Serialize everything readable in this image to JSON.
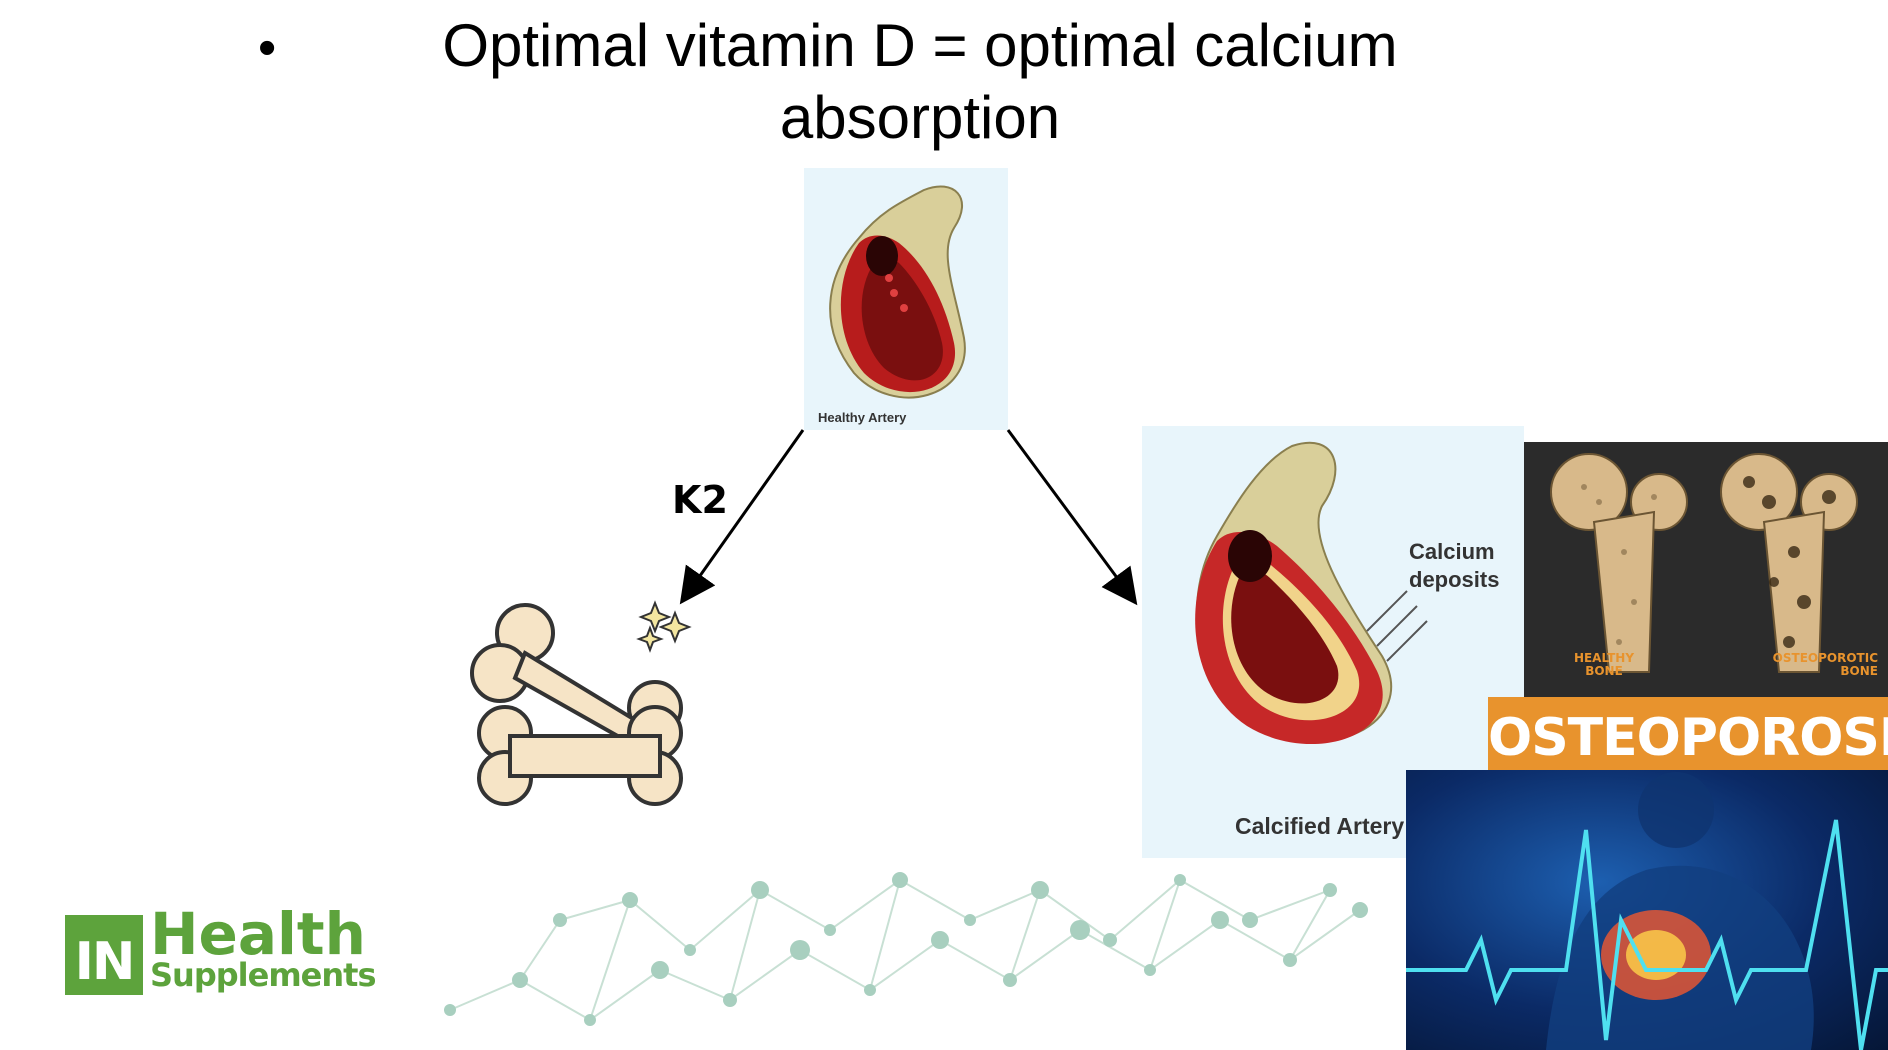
{
  "slide": {
    "bullet": "•",
    "title_line1": "Optimal vitamin D = optimal calcium",
    "title_line2": "absorption",
    "k2_label": "K2"
  },
  "healthy_artery": {
    "caption": "Healthy Artery"
  },
  "calcified_artery": {
    "caption": "Calcified Artery",
    "label_line1": "Calcium",
    "label_line2": "deposits"
  },
  "bone_panel": {
    "healthy_line1": "HEALTHY",
    "healthy_line2": "BONE",
    "osteo_line1": "OSTEOPOROTIC",
    "osteo_line2": "BONE"
  },
  "osteo_banner": {
    "text": "OSTEOPOROSIS"
  },
  "logo": {
    "in": "IN",
    "health": "Health",
    "supplements": "Supplements"
  },
  "colors": {
    "logo_green": "#5da33c",
    "banner_orange": "#e8932d",
    "artery_red": "#9a1515",
    "panel_blue": "#e8f5fb",
    "ecg_cyan": "#4fe0f0"
  }
}
